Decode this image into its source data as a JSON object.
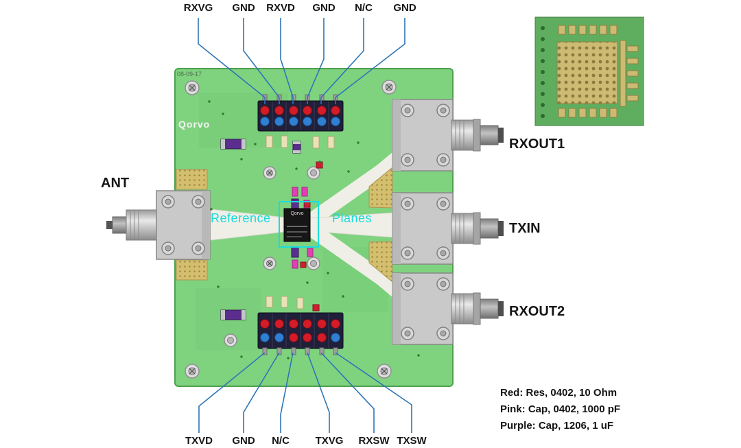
{
  "top_pins": [
    "RXVG",
    "GND",
    "RXVD",
    "GND",
    "N/C",
    "GND"
  ],
  "bottom_pins": [
    "TXVD",
    "GND",
    "N/C",
    "TXVG",
    "RXSW",
    "TXSW"
  ],
  "ports": {
    "ant": "ANT",
    "rxout1": "RXOUT1",
    "txin": "TXIN",
    "rxout2": "RXOUT2"
  },
  "board": {
    "logo": "Qorvo",
    "date_code": "08-09-17",
    "chip_marking": "Qorvo"
  },
  "annotations": {
    "reference": "Reference",
    "planes": "Planes"
  },
  "legend": [
    "Red: Res, 0402, 10 Ohm",
    "Pink: Cap, 0402, 1000 pF",
    "Purple: Cap, 1206, 1 uF"
  ],
  "colors": {
    "board_green": "#7fd37f",
    "leader_blue": "#2e75b6",
    "reference_cyan": "#15dcdc",
    "res_red": "#cf1f2f",
    "cap_pink": "#e23fb4",
    "cap_purple": "#5b2d8e",
    "gold_pad": "#d3bf6e"
  }
}
